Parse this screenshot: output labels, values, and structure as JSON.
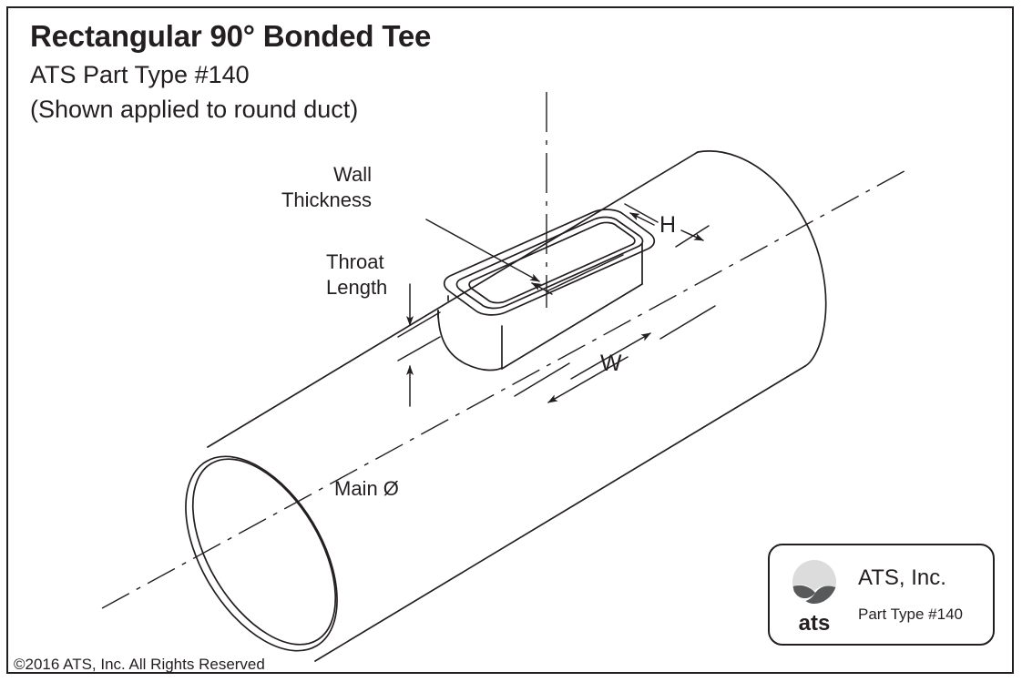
{
  "document": {
    "title": "Rectangular 90° Bonded Tee",
    "subtitle": "ATS Part Type #140",
    "note": "(Shown applied to round duct)",
    "copyright": "©2016 ATS, Inc. All Rights Reserved"
  },
  "diagram": {
    "type": "isometric-technical-drawing",
    "subject": "Rectangular 90 degree bonded tee saddle applied to a round duct",
    "labels": {
      "wall_thickness": "Wall\nThickness",
      "throat_length": "Throat\nLength",
      "main_diameter": "Main Ø",
      "height": "H",
      "width": "W"
    },
    "colors": {
      "line": "#231f20",
      "background": "#ffffff",
      "border": "#231f20"
    }
  },
  "logo": {
    "wordmark": "ats",
    "company": "ATS, Inc.",
    "part_type": "Part Type #140",
    "mark_top_color": "#dcdcdc",
    "mark_bottom_color": "#58595b"
  }
}
